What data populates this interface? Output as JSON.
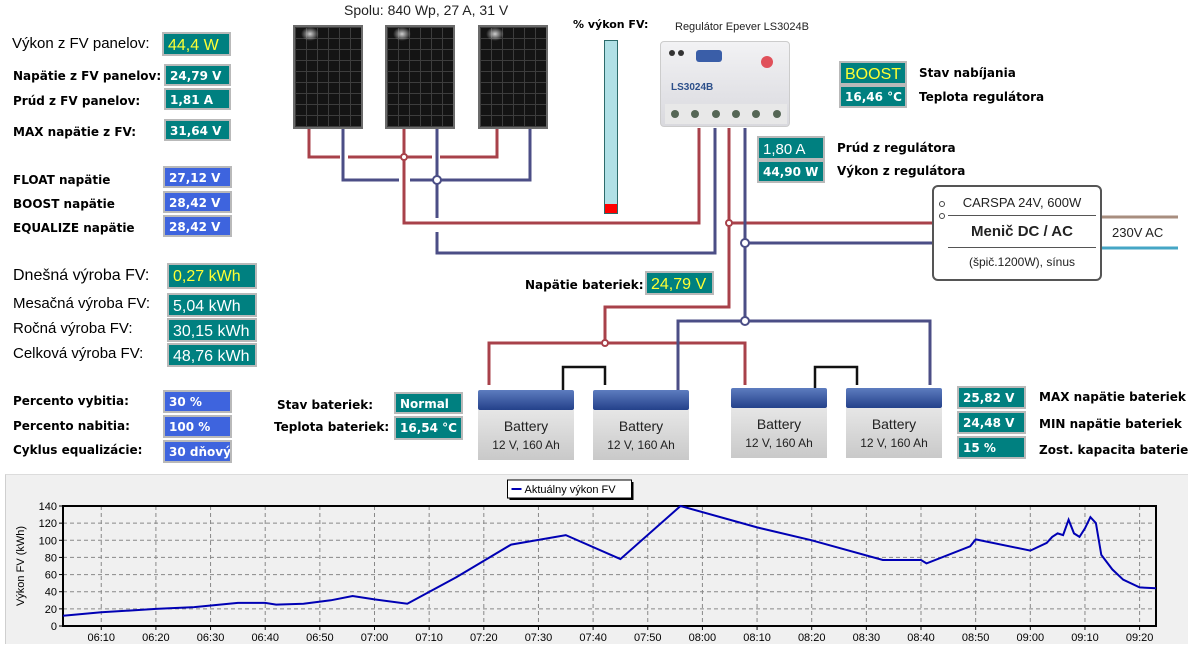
{
  "pv": {
    "power_label": "Výkon z FV panelov:",
    "power_value": "44,4 W",
    "voltage_label": "Napätie z FV panelov:",
    "voltage_value": "24,79 V",
    "current_label": "Prúd z FV panelov:",
    "current_value": "1,81 A",
    "max_voltage_label": "MAX napätie z FV:",
    "max_voltage_value": "31,64 V",
    "total_label": "Spolu:  840 Wp, 27 A, 31 V",
    "percent_label": "% výkon FV:",
    "percent_value": 5
  },
  "setpoints": {
    "float_label": "FLOAT napätie",
    "float_value": "27,12 V",
    "boost_label": "BOOST napätie",
    "boost_value": "28,42 V",
    "equalize_label": "EQUALIZE napätie",
    "equalize_value": "28,42 V"
  },
  "production": {
    "today_label": "Dnešná výroba FV:",
    "today_value": "0,27 kWh",
    "month_label": "Mesačná výroba FV:",
    "month_value": "5,04 kWh",
    "year_label": "Ročná výroba FV:",
    "year_value": "30,15 kWh",
    "total_label": "Celková výroba FV:",
    "total_value": "48,76 kWh"
  },
  "discharge": {
    "discharge_label": "Percento vybitia:",
    "discharge_value": "30 %",
    "charge_label": "Percento nabitia:",
    "charge_value": "100 %",
    "cycle_label": "Cyklus equalizácie:",
    "cycle_value": "30 dňový"
  },
  "battery_state": {
    "state_label": "Stav bateriek:",
    "state_value": "Normal",
    "temp_label": "Teplota bateriek:",
    "temp_value": "16,54 °C",
    "voltage_label": "Napätie bateriek:",
    "voltage_value": "24,79 V",
    "max_voltage_label": "MAX napätie bateriek",
    "max_voltage_value": "25,82 V",
    "min_voltage_label": "MIN napätie bateriek",
    "min_voltage_value": "24,48 V",
    "capacity_label": "Zost. kapacita bateriek",
    "capacity_value": "15 %"
  },
  "batteries": [
    {
      "title": "Battery",
      "spec": "12 V, 160 Ah"
    },
    {
      "title": "Battery",
      "spec": "12 V, 160 Ah"
    },
    {
      "title": "Battery",
      "spec": "12 V, 160 Ah"
    },
    {
      "title": "Battery",
      "spec": "12 V, 160 Ah"
    }
  ],
  "regulator": {
    "title": "Regulátor Epever LS3024B",
    "model": "LS3024B",
    "charge_state_value": "BOOST",
    "charge_state_label": "Stav nabíjania",
    "temp_value": "16,46 °C",
    "temp_label": "Teplota regulátora",
    "current_value": "1,80 A",
    "current_label": "Prúd z regulátora",
    "power_value": "44,90 W",
    "power_label": "Výkon z regulátora"
  },
  "inverter": {
    "line1": "CARSPA  24V, 600W",
    "line2": "Menič DC / AC",
    "line3": "(špič.1200W), sínus",
    "output": "230V AC"
  },
  "colors": {
    "teal_box": "#008080",
    "blue_box": "#3e64de",
    "highlight_text": "#ffff33",
    "wire_positive": "#a8414a",
    "wire_negative": "#4b4e86",
    "series_line": "#0000b4"
  },
  "chart_data": {
    "type": "line",
    "title": "",
    "xlabel": "",
    "ylabel": "Výkon FV (kWh)",
    "ylim": [
      0,
      140
    ],
    "yticks": [
      0,
      20,
      40,
      60,
      80,
      100,
      120,
      140
    ],
    "xlim": [
      "06:03",
      "09:23"
    ],
    "xticks": [
      "06:10",
      "06:20",
      "06:30",
      "06:40",
      "06:50",
      "07:00",
      "07:10",
      "07:20",
      "07:30",
      "07:40",
      "07:50",
      "08:00",
      "08:10",
      "08:20",
      "08:30",
      "08:40",
      "08:50",
      "09:00",
      "09:10",
      "09:20"
    ],
    "grid": true,
    "legend": "top-center",
    "series": [
      {
        "name": "Aktuálny výkon FV",
        "x": [
          "06:03",
          "06:10",
          "06:20",
          "06:27",
          "06:35",
          "06:40",
          "06:42",
          "06:47",
          "06:52",
          "06:56",
          "07:00",
          "07:06",
          "07:15",
          "07:25",
          "07:35",
          "07:45",
          "07:56",
          "08:10",
          "08:20",
          "08:33",
          "08:40",
          "08:41",
          "08:49",
          "08:50",
          "09:00",
          "09:03",
          "09:04",
          "09:05",
          "09:06",
          "09:07",
          "09:08",
          "09:09",
          "09:10",
          "09:11",
          "09:12",
          "09:13",
          "09:15",
          "09:17",
          "09:20",
          "09:23"
        ],
        "values": [
          12,
          16,
          20,
          22,
          27,
          27,
          25,
          26,
          30,
          35,
          31,
          26,
          57,
          95,
          106,
          78,
          140,
          115,
          100,
          77,
          77,
          73,
          93,
          101,
          88,
          97,
          104,
          108,
          106,
          124,
          108,
          104,
          114,
          127,
          120,
          83,
          66,
          54,
          45,
          44
        ]
      }
    ]
  }
}
